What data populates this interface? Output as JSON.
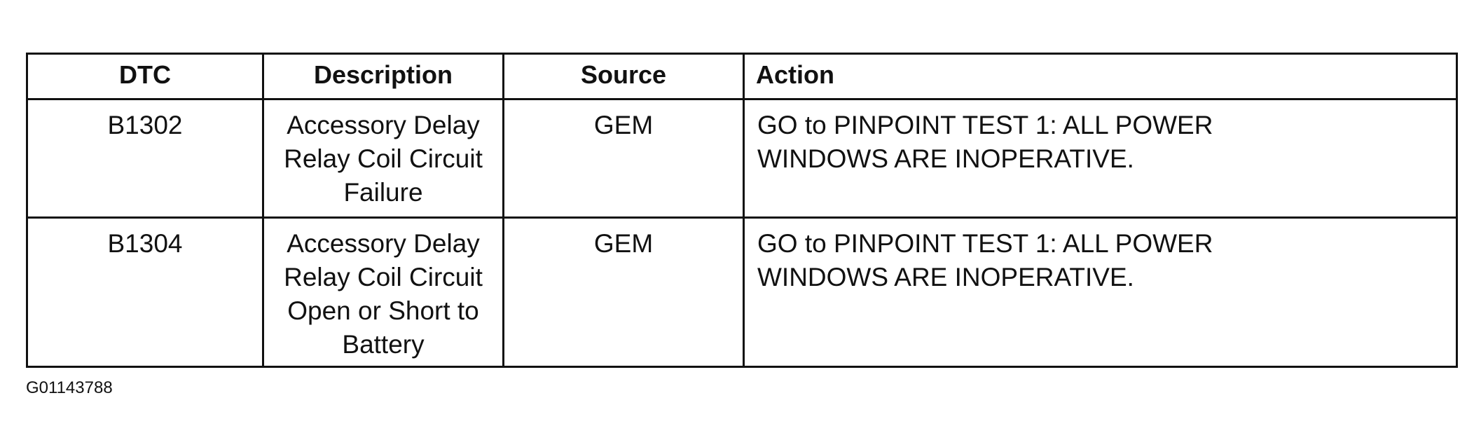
{
  "table": {
    "headers": {
      "dtc": "DTC",
      "description": "Description",
      "source": "Source",
      "action": "Action"
    },
    "rows": [
      {
        "dtc": "B1302",
        "description_lines": [
          "Accessory Delay",
          "Relay Coil Circuit",
          "Failure"
        ],
        "source": "GEM",
        "action_lines": [
          "GO to PINPOINT TEST 1:  ALL POWER",
          "WINDOWS ARE INOPERATIVE."
        ]
      },
      {
        "dtc": "B1304",
        "description_lines": [
          "Accessory Delay",
          "Relay Coil Circuit",
          "Open or Short to",
          "Battery"
        ],
        "source": "GEM",
        "action_lines": [
          "GO to PINPOINT TEST 1:  ALL POWER",
          "WINDOWS ARE INOPERATIVE."
        ]
      }
    ]
  },
  "figure_id": "G01143788"
}
